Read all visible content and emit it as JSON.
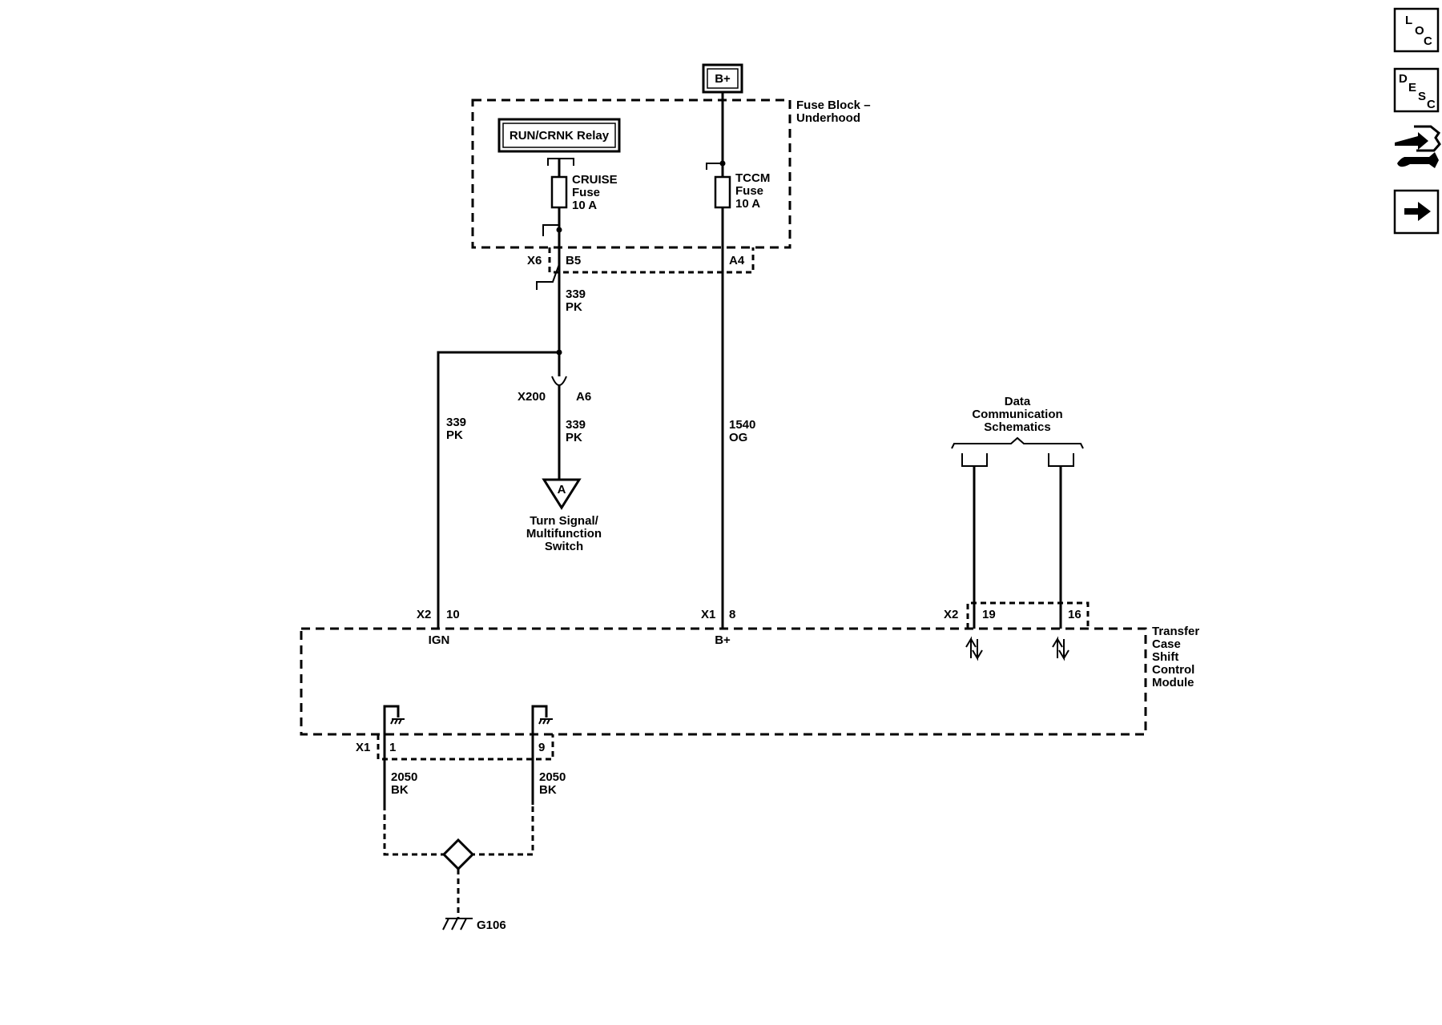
{
  "diagram": {
    "top_power": "B+",
    "fuse_block": {
      "line1": "Fuse Block –",
      "line2": "Underhood"
    },
    "relay": "RUN/CRNK Relay",
    "cruise_fuse": {
      "name": "CRUISE",
      "kind": "Fuse",
      "rating": "10 A"
    },
    "tccm_fuse": {
      "name": "TCCM",
      "kind": "Fuse",
      "rating": "10 A"
    },
    "connector_x6": "X6",
    "pin_b5": "B5",
    "pin_a4": "A4",
    "wire_339_upper": {
      "circuit": "339",
      "color": "PK"
    },
    "wire_339_left": {
      "circuit": "339",
      "color": "PK"
    },
    "wire_339_lower": {
      "circuit": "339",
      "color": "PK"
    },
    "wire_1540": {
      "circuit": "1540",
      "color": "OG"
    },
    "connector_x200": "X200",
    "pin_a6": "A6",
    "offpage_a": "A",
    "turn_signal": {
      "line1": "Turn Signal/",
      "line2": "Multifunction",
      "line3": "Switch"
    },
    "data_comm": {
      "line1": "Data",
      "line2": "Communication",
      "line3": "Schematics"
    },
    "module_x2_left": "X2",
    "pin_10": "10",
    "module_x1_top": "X1",
    "pin_8": "8",
    "module_x2_right": "X2",
    "pin_19": "19",
    "pin_16": "16",
    "ign_label": "IGN",
    "bplus_label": "B+",
    "module_name": {
      "line1": "Transfer",
      "line2": "Case",
      "line3": "Shift",
      "line4": "Control",
      "line5": "Module"
    },
    "module_x1_bottom": "X1",
    "pin_1": "1",
    "pin_9": "9",
    "wire_2050_left": {
      "circuit": "2050",
      "color": "BK"
    },
    "wire_2050_right": {
      "circuit": "2050",
      "color": "BK"
    },
    "ground": "G106"
  },
  "sidebar": {
    "loc": {
      "l": "L",
      "o": "O",
      "c": "C"
    },
    "desc": {
      "d": "D",
      "e": "E",
      "s": "S",
      "c": "C"
    },
    "connector_icon": "connector-wrench-icon",
    "next_icon": "right-arrow-icon"
  }
}
